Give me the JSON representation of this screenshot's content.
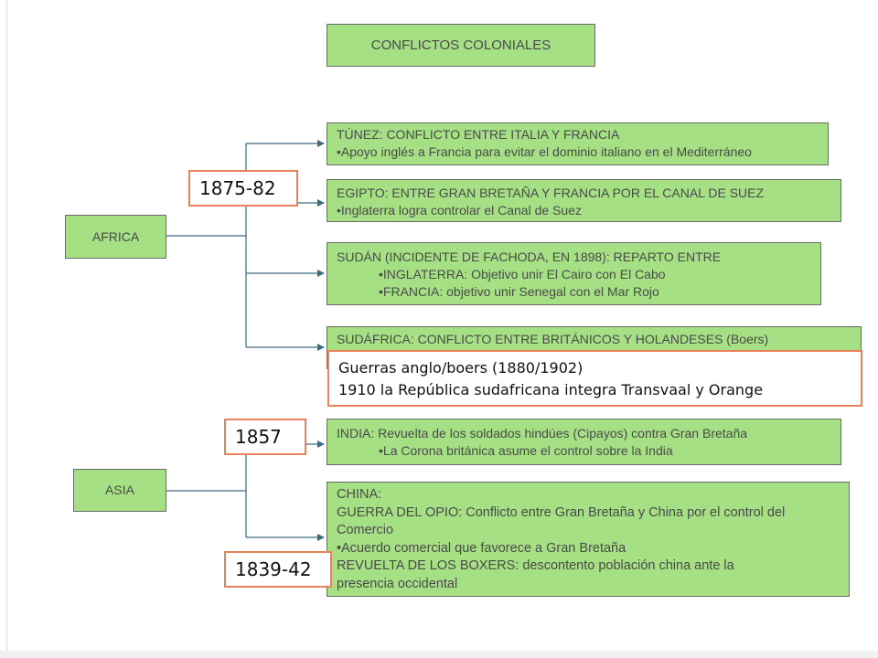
{
  "title": "CONFLICTOS COLONIALES",
  "regions": {
    "africa": "AFRICA",
    "asia": "ASIA"
  },
  "conflicts": {
    "tunez": {
      "heading": "TÚNEZ: CONFLICTO ENTRE ITALIA Y FRANCIA",
      "bullets": [
        "•Apoyo inglés a Francia para evitar el dominio italiano en el Mediterráneo"
      ]
    },
    "egipto": {
      "heading": "EGIPTO: ENTRE GRAN BRETAÑA Y FRANCIA POR EL CANAL DE SUEZ",
      "bullets": [
        "•Inglaterra logra controlar el Canal de Suez"
      ]
    },
    "sudan": {
      "heading": "SUDÁN (INCIDENTE DE FACHODA, EN 1898): REPARTO ENTRE",
      "bullets": [
        "•INGLATERRA: Objetivo unir El Cairo con El Cabo",
        "•FRANCIA: objetivo unir Senegal con el Mar Rojo"
      ]
    },
    "sudafrica": {
      "heading": "SUDÁFRICA: CONFLICTO ENTRE BRITÁNICOS Y HOLANDESES (Boers)"
    },
    "india": {
      "heading": "INDIA: Revuelta de los soldados hindúes (Cipayos) contra Gran Bretaña",
      "bullets": [
        "•La Corona británica asume el control sobre la India"
      ]
    },
    "china": {
      "lines": [
        "CHINA:",
        "GUERRA DEL OPIO: Conflicto entre Gran Bretaña y China por el control del",
        "Comercio",
        "•Acuerdo comercial que favorece a Gran Bretaña",
        "REVUELTA DE LOS BOXERS: descontento población china ante la",
        "presencia occidental"
      ]
    }
  },
  "dates": {
    "africa_north": "1875-82",
    "india": "1857",
    "china": "1839-42"
  },
  "note": {
    "line1": "Guerras anglo/boers (1880/1902)",
    "line2": "1910 la República sudafricana integra Transvaal y Orange"
  },
  "colors": {
    "box_fill": "#a6e085",
    "box_border": "#6a6a6a",
    "connector": "#3d6b80",
    "date_border": "#e8825a"
  }
}
